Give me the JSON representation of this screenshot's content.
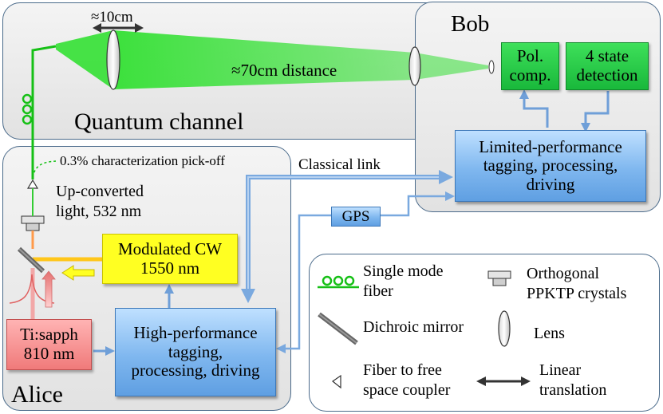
{
  "regions": {
    "quantum_channel_label": "Quantum channel",
    "bob_label": "Bob",
    "alice_label": "Alice"
  },
  "annotations": {
    "translation_label": "≈10cm",
    "distance_label": "≈70cm distance",
    "pickoff_label": "0.3% characterization pick-off",
    "upconverted_line1": "Up-converted",
    "upconverted_line2": "light, 532 nm",
    "classical_link_label": "Classical link",
    "gps_label": "GPS"
  },
  "boxes": {
    "pol_comp_line1": "Pol.",
    "pol_comp_line2": "comp.",
    "detection_line1": "4 state",
    "detection_line2": "detection",
    "limited_line1": "Limited-performance",
    "limited_line2": "tagging, processing,",
    "limited_line3": "driving",
    "modulated_line1": "Modulated CW",
    "modulated_line2": "1550 nm",
    "tisapph_line1": "Ti:sapph",
    "tisapph_line2": "810 nm",
    "high_line1": "High-performance",
    "high_line2": "tagging,",
    "high_line3": "processing, driving"
  },
  "legend": {
    "fiber_line1": "Single mode",
    "fiber_line2": "fiber",
    "crystals_line1": "Orthogonal",
    "crystals_line2": "PPKTP crystals",
    "mirror": "Dichroic mirror",
    "lens": "Lens",
    "coupler_line1": "Fiber to free",
    "coupler_line2": "space coupler",
    "translation_line1": "Linear",
    "translation_line2": "translation"
  },
  "colors": {
    "blue_box": "#7fb7ef",
    "green_box": "#19b83b",
    "yellow_box": "#ffff22",
    "red_box": "#f07a7a",
    "beam_green": "#22dd22",
    "arrow_blue": "#6f9fd8"
  }
}
